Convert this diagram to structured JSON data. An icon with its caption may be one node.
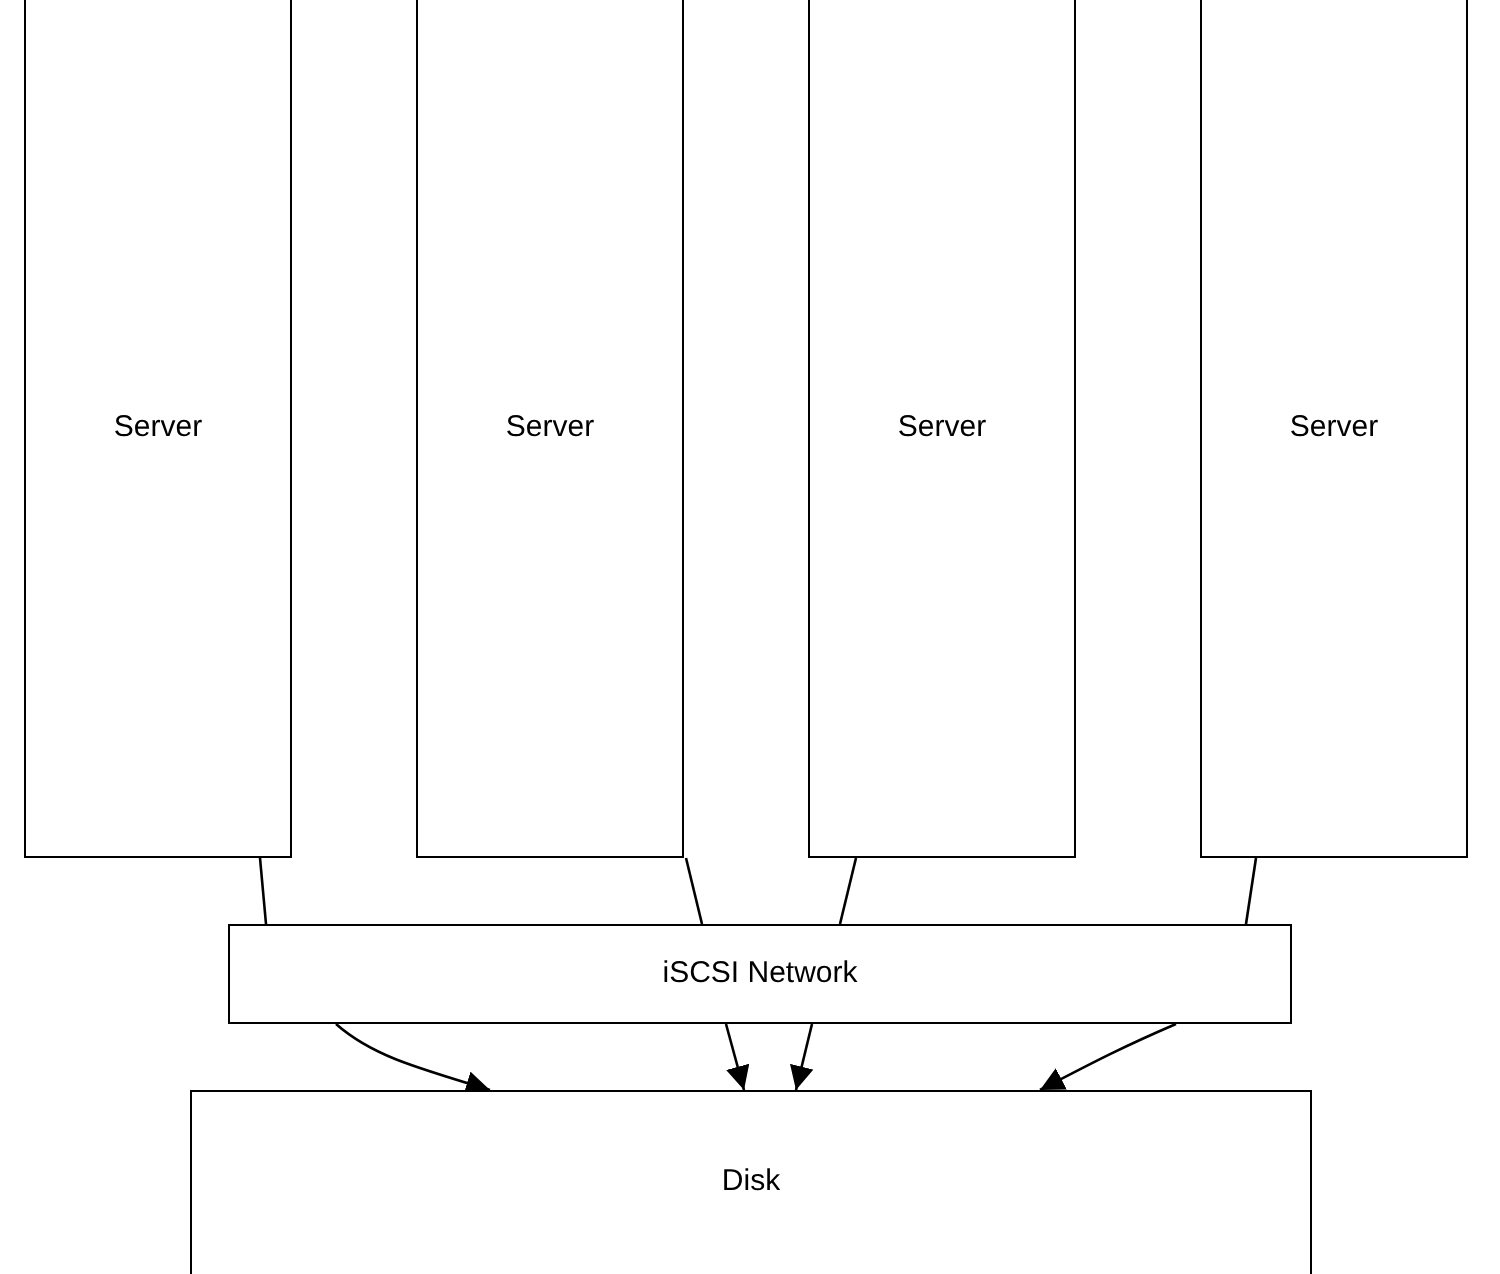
{
  "diagram": {
    "nodes": [
      {
        "text": [
          "Server"
        ]
      },
      {
        "text": [
          "Server"
        ]
      },
      {
        "text": [
          "Server"
        ]
      },
      {
        "text": [
          "Server"
        ]
      },
      {
        "text": [
          "iSCSI Network"
        ]
      },
      {
        "text": [
          "Disk"
        ]
      }
    ],
    "edges": [
      {
        "from": 0,
        "to": 4,
        "arrow": "none"
      },
      {
        "from": 1,
        "to": 4,
        "arrow": "none"
      },
      {
        "from": 2,
        "to": 4,
        "arrow": "none"
      },
      {
        "from": 3,
        "to": 4,
        "arrow": "none"
      },
      {
        "from": 4,
        "to": 5,
        "arrow": "to"
      },
      {
        "from": 4,
        "to": 5,
        "arrow": "to"
      },
      {
        "from": 4,
        "to": 5,
        "arrow": "to"
      },
      {
        "from": 4,
        "to": 5,
        "arrow": "to"
      }
    ]
  }
}
